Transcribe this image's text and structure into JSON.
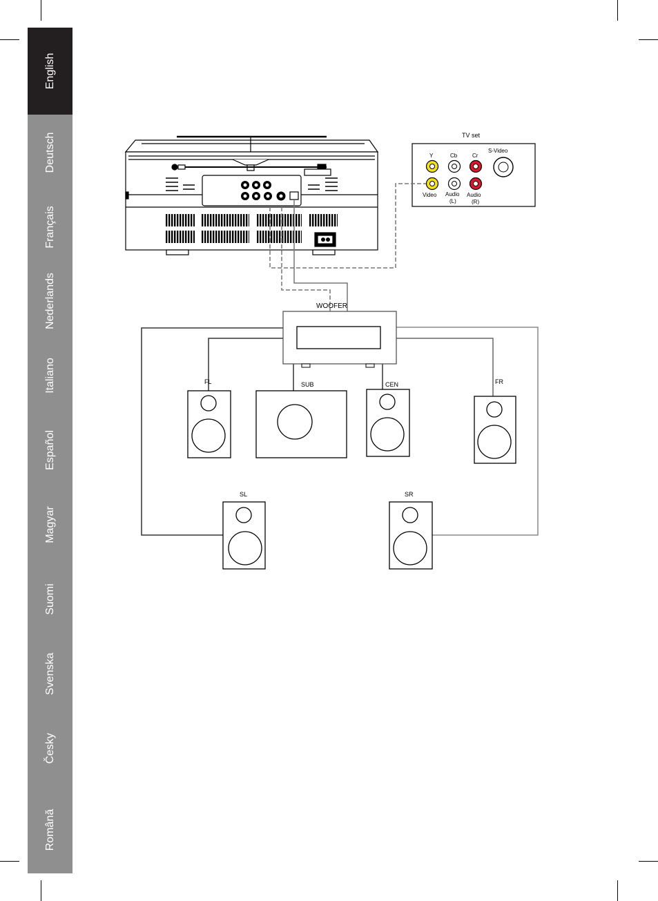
{
  "languages": [
    {
      "label": "English",
      "active": true
    },
    {
      "label": "Deutsch",
      "active": false
    },
    {
      "label": "Français",
      "active": false
    },
    {
      "label": "Nederlands",
      "active": false
    },
    {
      "label": "Italiano",
      "active": false
    },
    {
      "label": "Español",
      "active": false
    },
    {
      "label": "Magyar",
      "active": false
    },
    {
      "label": "Suomi",
      "active": false
    },
    {
      "label": "Svenska",
      "active": false
    },
    {
      "label": "Česky",
      "active": false
    },
    {
      "label": "Română",
      "active": false
    }
  ],
  "tv": {
    "title": "TV set",
    "y": "Y",
    "cb": "Cb",
    "cr": "Cr",
    "svideo": "S-Video",
    "video": "Video",
    "audio_l": "Audio",
    "audio_l_sub": "(L)",
    "audio_r": "Audio",
    "audio_r_sub": "(R)"
  },
  "woofer": {
    "label": "WOOFER"
  },
  "speakers": {
    "fl": "FL",
    "sub": "SUB",
    "cen": "CEN",
    "fr": "FR",
    "sl": "SL",
    "sr": "SR"
  },
  "colors": {
    "tab_active": "#231f20",
    "tab_inactive": "#8f8f8f",
    "jack_yellow": "#f2e11a",
    "jack_red": "#d9182b",
    "jack_white": "#ffffff"
  }
}
